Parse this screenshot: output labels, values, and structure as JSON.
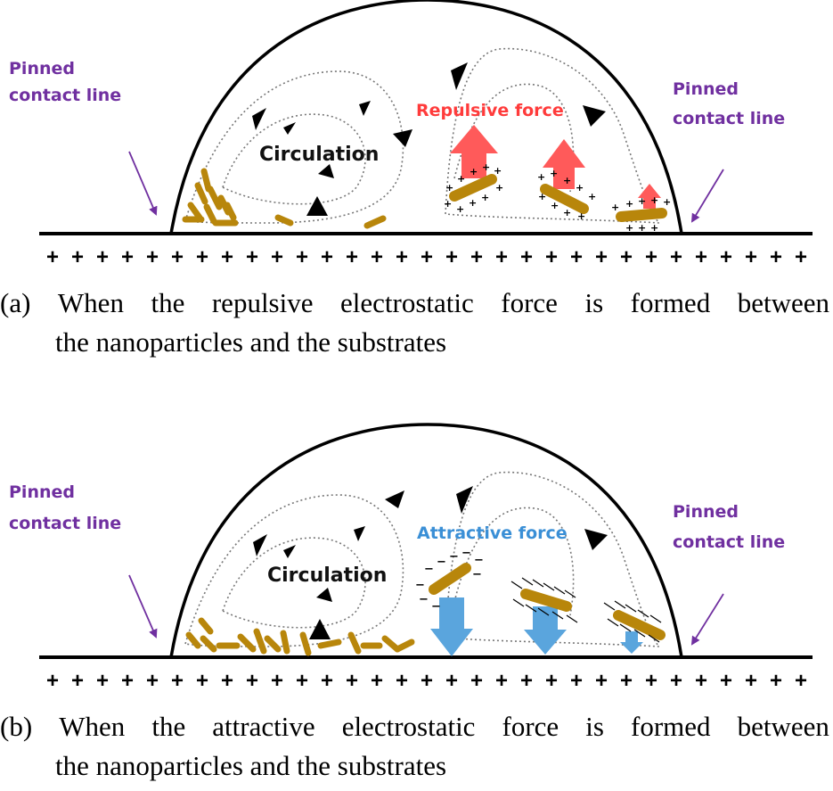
{
  "colors": {
    "pinned_label": "#7030a0",
    "repulsive": "#ff4b4b",
    "attractive": "#4f9fd8",
    "particle": "#b8860b",
    "line": "#000000"
  },
  "panel_a": {
    "pinned_left_1": "Pinned",
    "pinned_left_2": "contact line",
    "pinned_right_1": "Pinned",
    "pinned_right_2": "contact line",
    "circulation": "Circulation",
    "force_label": "Repulsive force",
    "surface_charge": "+",
    "particle_charge": "+",
    "caption_words": [
      "(a)",
      "When",
      "the",
      "repulsive",
      "electrostatic",
      "force",
      "is",
      "formed",
      "between"
    ],
    "caption_line2": "the nanoparticles and the substrates"
  },
  "panel_b": {
    "pinned_left_1": "Pinned",
    "pinned_left_2": "contact line",
    "pinned_right_1": "Pinned",
    "pinned_right_2": "contact line",
    "circulation": "Circulation",
    "force_label": "Attractive force",
    "surface_charge": "+",
    "particle_charge": "−",
    "caption_words": [
      "(b)",
      "When",
      "the",
      "attractive",
      "electrostatic",
      "force",
      "is",
      "formed",
      "between"
    ],
    "caption_line2": "the nanoparticles and the substrates"
  }
}
